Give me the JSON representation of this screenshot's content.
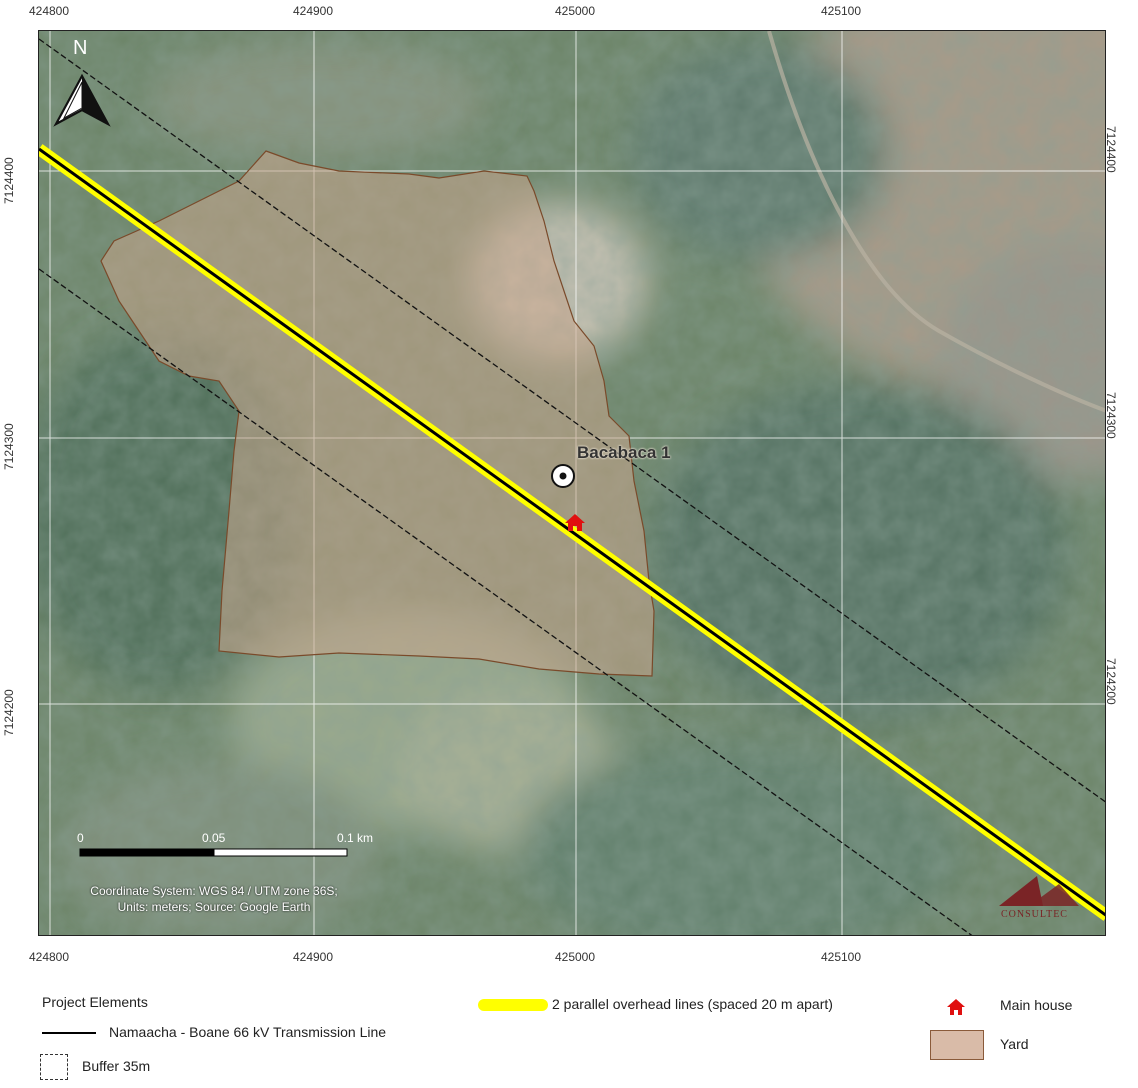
{
  "map": {
    "grid_x_labels": [
      "424800",
      "424900",
      "425000",
      "425100"
    ],
    "grid_y_labels": [
      "7124400",
      "7124300",
      "7124200"
    ],
    "place_label": "Bacabaca 1",
    "north_label": "N",
    "scale_labels": [
      "0",
      "0.05",
      "0.1 km"
    ],
    "credits_line1": "Coordinate System: WGS 84 / UTM zone 36S;",
    "credits_line2": "Units: meters; Source: Google Earth",
    "logo_text": "CONSULTEC",
    "colors": {
      "transmission_line": "#000000",
      "overhead_lines": "#ffff00",
      "yard_fill": "#c9a58c",
      "yard_stroke": "#7a4a2a",
      "house": "#e01010"
    }
  },
  "legend": {
    "title": "Project Elements",
    "transmission_line": "Namaacha - Boane 66 kV Transmission Line",
    "buffer": "Buffer 35m",
    "overhead_lines": "2 parallel overhead lines (spaced 20 m apart)",
    "main_house": "Main house",
    "yard": "Yard"
  }
}
